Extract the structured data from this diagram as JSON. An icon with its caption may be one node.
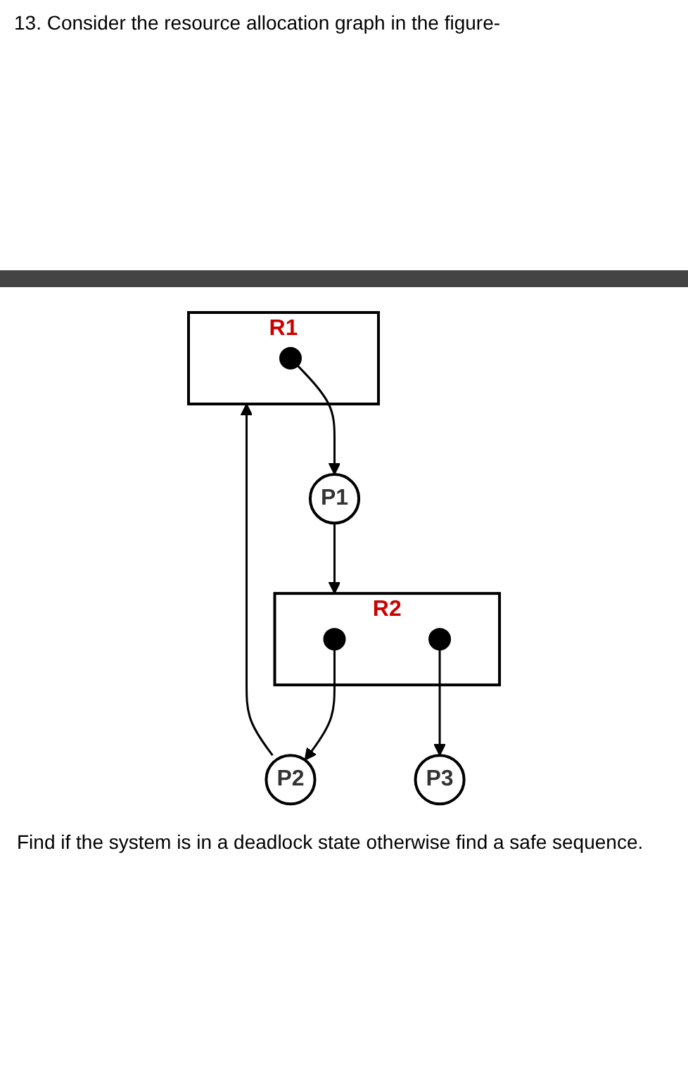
{
  "diagram": {
    "title": "13. Consider the resource allocation graph in the figure-",
    "caption": "Find if the system is in a deadlock state otherwise find a safe sequence.",
    "nodes": [
      {
        "text": [
          "R1"
        ]
      },
      {
        "text": [],
        "shape": "circle",
        "in": 0
      },
      {
        "text": [
          "P1"
        ]
      },
      {
        "text": [
          "P2"
        ]
      },
      {
        "text": [
          "R2"
        ]
      },
      {
        "text": [],
        "shape": "circle",
        "in": 4
      },
      {
        "text": [],
        "shape": "circle",
        "in": 4
      },
      {
        "text": [
          "P3"
        ]
      }
    ],
    "edges": [
      {
        "from": 1,
        "to": 2,
        "arrow": "to"
      },
      {
        "from": 3,
        "to": 0,
        "arrow": "to"
      },
      {
        "from": 2,
        "to": 4,
        "arrow": "to"
      },
      {
        "from": 5,
        "to": 3,
        "arrow": "to"
      },
      {
        "from": 6,
        "to": 7,
        "arrow": "to"
      }
    ]
  }
}
